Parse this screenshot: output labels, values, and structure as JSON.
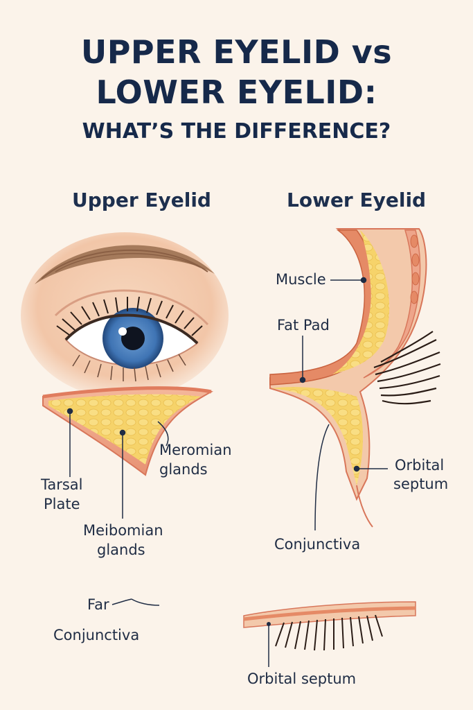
{
  "title": {
    "line1": "UPPER EYELID vs",
    "line2": "LOWER EYELID:",
    "subtitle": "WHAT’S THE DIFFERENCE?"
  },
  "upper": {
    "heading": "Upper Eyelid",
    "labels": {
      "tarsal_1": "Tarsal",
      "tarsal_2": "Plate",
      "meromian_1": "Meromian",
      "meromian_2": "glands",
      "meibomian_1": "Meibomian",
      "meibomian_2": "glands"
    }
  },
  "lower": {
    "heading": "Lower Eyelid",
    "labels": {
      "muscle": "Muscle",
      "fat_pad": "Fat Pad",
      "orbital_1": "Orbital",
      "orbital_2": "septum",
      "conjunctiva": "Conjunctiva"
    }
  },
  "bottom": {
    "fat": "Far",
    "conjunctiva": "Conjunctiva",
    "orbital_septum": "Orbital septum"
  },
  "colors": {
    "background": "#fbf3ea",
    "title": "#16294a",
    "skin": "#f3c9ab",
    "muscle": "#e58a66",
    "fat": "#f6d36a",
    "iris": "#3f74b4"
  }
}
